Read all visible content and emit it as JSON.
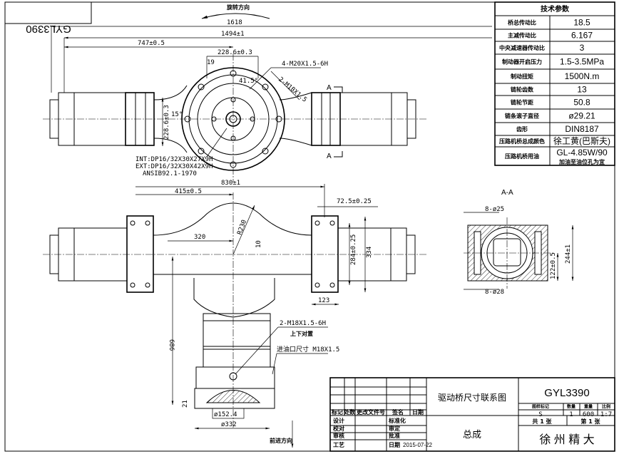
{
  "drawing_number": "GYL3390",
  "rotation_label": "旋转方向",
  "forward_label": "前进方向",
  "section_label": "A-A",
  "section_marks": [
    "A",
    "A"
  ],
  "tech_table": {
    "title": "技术参数",
    "rows": [
      {
        "label": "桥总传动比",
        "value": "18.5"
      },
      {
        "label": "主减传动比",
        "value": "6.167"
      },
      {
        "label": "中央减速器传动比",
        "value": "3"
      },
      {
        "label": "制动器开启压力",
        "value": "1.5-3.5MPa"
      },
      {
        "label": "制动扭矩",
        "value": "1500N.m"
      },
      {
        "label": "链轮齿数",
        "value": "13"
      },
      {
        "label": "链轮节距",
        "value": "50.8"
      },
      {
        "label": "链条滚子直径",
        "value": "ø29.21"
      },
      {
        "label": "齿形",
        "value": "DIN8187"
      },
      {
        "label": "压路机桥总成颜色",
        "value": "徐工黄(巴斯夫)"
      },
      {
        "label": "压路机桥用油",
        "value": "GL-4.85W/90",
        "note": "加油至油位孔为宜"
      }
    ]
  },
  "dimensions": {
    "top": {
      "overall": "1618",
      "mount": "1494±1",
      "half": "747±0.5",
      "bolt_spacing": "228.6±0.3",
      "offset": "19",
      "thread_1": "4-M20X1.5-6H",
      "thread_2": "2-M18X1.5",
      "angle_1": "41.5°",
      "angle_2": "15°",
      "vertical": "228.6±0.3",
      "spline_1": "INT:DP16/32X30X27X9H",
      "spline_2": "EXT:DP16/32X30X42X9H",
      "spline_std": "ANSIB92.1-1970"
    },
    "front": {
      "width": "830±1",
      "half": "415±0.5",
      "radius": "R230",
      "offset": "320",
      "small": "10",
      "bracket": "72.5±0.25",
      "hole_spacing": "284±0.25",
      "bracket_height": "334",
      "bracket_width": "123",
      "height": "686",
      "base_gap": "21",
      "pilot_dia": "ø152.4",
      "flange_dia": "ø332",
      "port_thread": "2-M18X1.5-6H",
      "port_note": "上下对置",
      "inlet_label": "进油口尺寸 M18X1.5"
    },
    "section": {
      "holes_top": "8-ø25",
      "holes_bottom": "8-ø28",
      "height": "244±1",
      "half_height": "122±0.5"
    }
  },
  "title_block": {
    "drawing_title": "驱动桥尺寸联系图",
    "assembly": "总成",
    "code": "GYL3390",
    "company": "徐 州 精 大",
    "rev_headers": [
      "标记",
      "处数",
      "更改文件号",
      "签名",
      "日期"
    ],
    "sign_rows": [
      [
        "设计",
        "",
        "标准化",
        ""
      ],
      [
        "校对",
        "",
        "审定",
        ""
      ],
      [
        "审核",
        "",
        "批准",
        ""
      ],
      [
        "工艺",
        "",
        "日期",
        "2015-07-22"
      ]
    ],
    "spec_headers": [
      "图样标记",
      "数量",
      "重量",
      "比例"
    ],
    "spec_values": [
      "S",
      "1",
      "600",
      "1:7"
    ],
    "sheets_total": "共 1 张",
    "sheet_no": "第 1 张"
  }
}
